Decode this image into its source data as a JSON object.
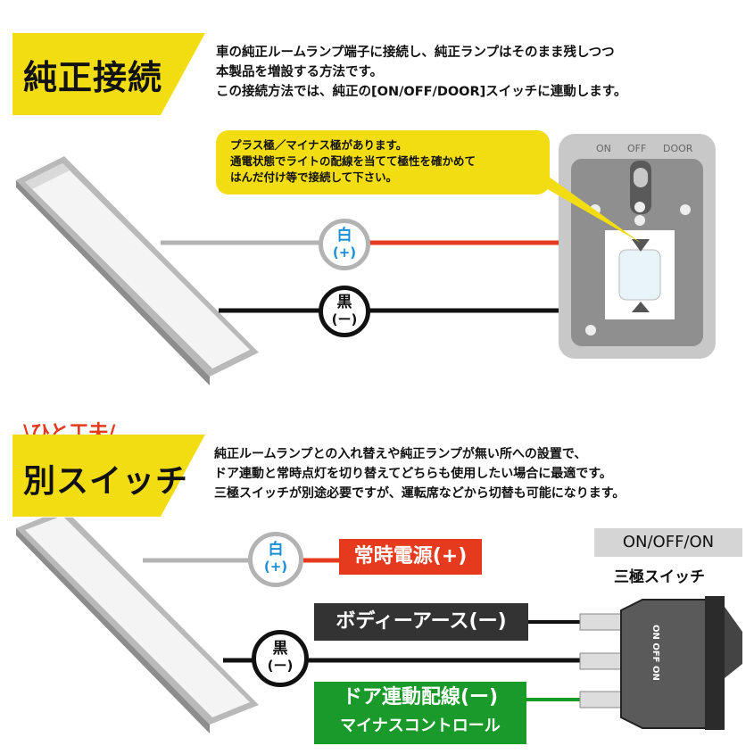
{
  "section1": {
    "title": "純正接続",
    "lines": [
      "車の純正ルームランプ端子に接続し、純正ランプはそのまま残しつつ",
      "本製品を増設する方法です。",
      "この接続方法では、純正の[ON/OFF/DOOR]スイッチに連動します。"
    ]
  },
  "callout": {
    "lines": [
      "プラス極／マイナス極があります。",
      "通電状態でライトの配線を当てて極性を確かめて",
      "はんだ付け等で接続して下さい。"
    ]
  },
  "switch_labels": {
    "on": "ON",
    "off": "OFF",
    "door": "DOOR"
  },
  "wire_white": {
    "char": "白",
    "sign": "(+)"
  },
  "wire_black": {
    "char": "黒",
    "sign": "(ー)"
  },
  "section2": {
    "tag": "\\ひと工夫/",
    "title": "別スイッチ",
    "lines": [
      "純正ルームランプとの入れ替えや純正ランプが無い所への設置で、",
      "ドア連動と常時点灯を切り替えてどちらも使用したい場合に最適です。",
      "三極スイッチが別途必要ですが、運転席などから切替も可能になります。"
    ]
  },
  "rocker": {
    "header": "ON/OFF/ON",
    "caption": "三極スイッチ",
    "side_text": "ON OFF ON"
  },
  "labels": {
    "constant_power": "常時電源(+)",
    "body_earth": "ボディーアース(ー)",
    "door_wire_1": "ドア連動配線(ー)",
    "door_wire_2": "マイナスコントロール"
  },
  "colors": {
    "yellow": "#f2dd12",
    "red": "#e63a1e",
    "dark": "#333333",
    "green": "#1a9a2a",
    "blue": "#1a8fd8"
  }
}
